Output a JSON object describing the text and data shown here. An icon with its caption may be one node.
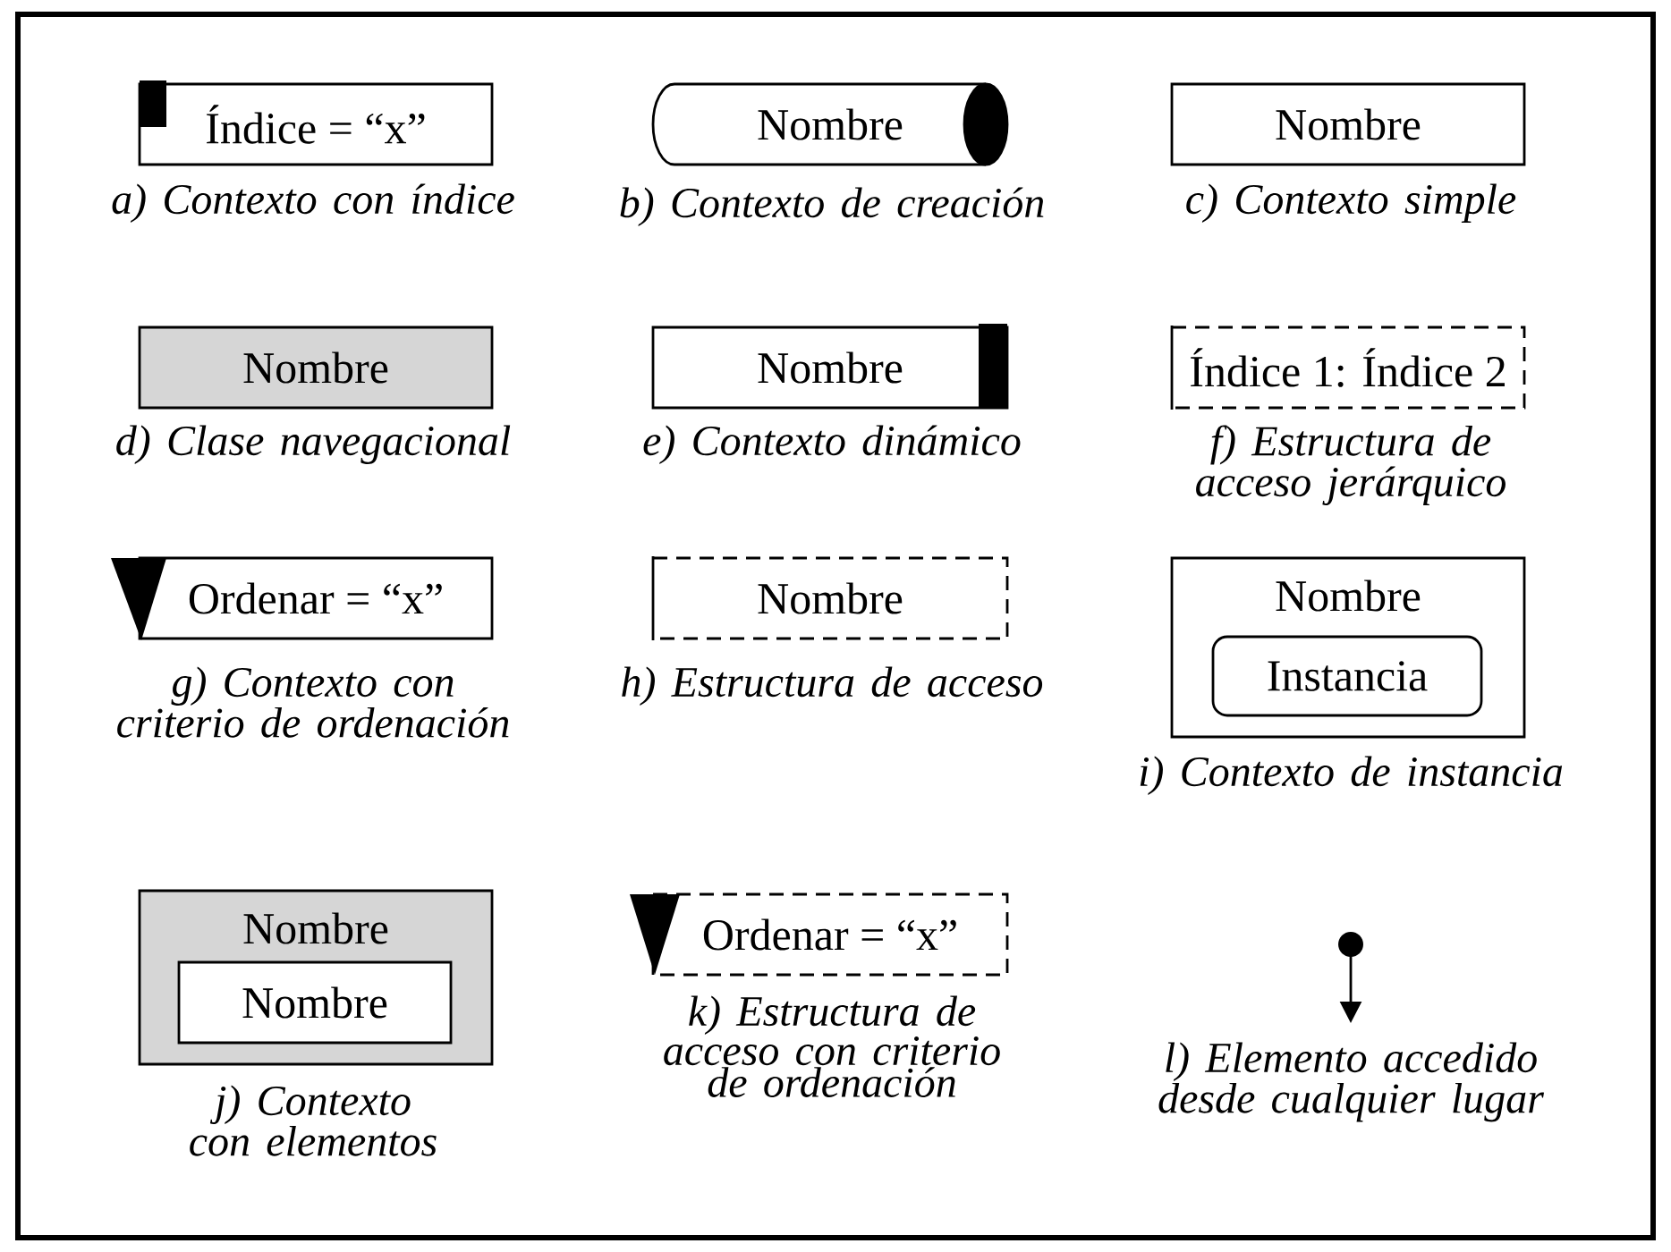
{
  "diagram": {
    "nodes": [
      {
        "text": [
          "Índice = “x”"
        ],
        "beside": [
          "a) Contexto con índice"
        ]
      },
      {
        "text": [
          "Nombre"
        ],
        "beside": [
          "b) Contexto de creación"
        ]
      },
      {
        "text": [
          "Nombre"
        ],
        "beside": [
          "c) Contexto simple"
        ]
      },
      {
        "text": [
          "Nombre"
        ],
        "beside": [
          "d) Clase navegacional"
        ]
      },
      {
        "text": [
          "Nombre"
        ],
        "beside": [
          "e) Contexto dinámico"
        ]
      },
      {
        "text": [
          "Índice 1: Índice 2"
        ],
        "beside": [
          "f) Estructura de acceso jerárquico"
        ]
      },
      {
        "text": [
          "Ordenar = “x”"
        ],
        "beside": [
          "g) Contexto con criterio de ordenación"
        ]
      },
      {
        "text": [
          "Nombre"
        ],
        "beside": [
          "h) Estructura de acceso"
        ]
      },
      {
        "text": [
          "Nombre"
        ],
        "beside": [
          "i) Contexto de instancia"
        ]
      },
      {
        "text": [
          "Instancia"
        ],
        "in": 8
      },
      {
        "text": [
          "Nombre"
        ],
        "beside": [
          "j) Contexto con elementos"
        ]
      },
      {
        "text": [
          "Nombre"
        ],
        "in": 10
      },
      {
        "text": [
          "Ordenar = “x”"
        ],
        "beside": [
          "k) Estructura de acceso con criterio de ordenación"
        ]
      }
    ],
    "labels": [
      "l) Elemento accedido desde cualquier lugar"
    ]
  }
}
